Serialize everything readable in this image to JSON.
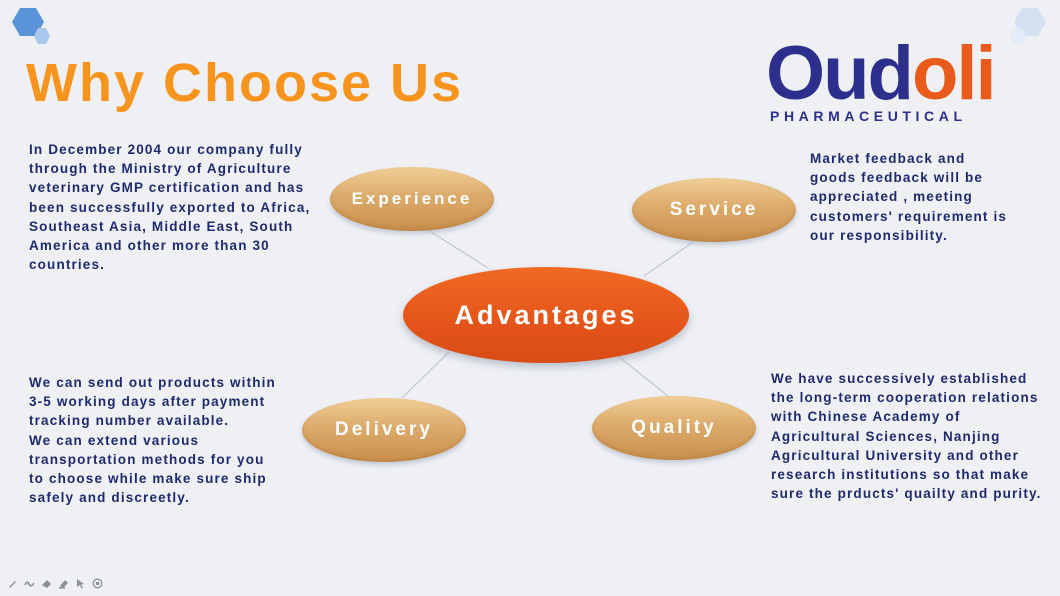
{
  "title": "Why Choose Us",
  "logo": {
    "word_dark": "Oud",
    "word_orange": "oli",
    "subtitle": "PHARMACEUTICAL"
  },
  "center": {
    "label": "Advantages"
  },
  "nodes": {
    "experience": {
      "label": "Experience",
      "text": "In December 2004 our company fully\nthrough the Ministry of Agriculture\nveterinary GMP certification and has\nbeen successfully exported to Africa,\nSoutheast Asia, Middle East, South\nAmerica and other more than 30\ncountries."
    },
    "service": {
      "label": "Service",
      "text": "Market feedback and\ngoods feedback will be\nappreciated , meeting\ncustomers' requirement is\nour responsibility."
    },
    "delivery": {
      "label": "Delivery",
      "text": "We can send out products within\n3-5 working days after payment\ntracking number available.\nWe can extend various\ntransportation methods for you\nto choose while make sure ship\nsafely and discreetly."
    },
    "quality": {
      "label": "Quality",
      "text": "We have successively established\nthe long-term cooperation relations\nwith Chinese Academy of\nAgricultural Sciences, Nanjing\nAgricultural University and other\nresearch institutions so that make\nsure the prducts' quailty and purity."
    }
  },
  "colors": {
    "title": "#f7941d",
    "body_text": "#1f2a6e",
    "center_oval": "#e4541a",
    "node_oval": "#dcab6b",
    "background": "#eef0f4"
  },
  "toolbar": {
    "icons": [
      "pen-icon",
      "highlighter-icon",
      "eraser-icon",
      "clear-icon",
      "pointer-icon",
      "laser-icon"
    ]
  }
}
